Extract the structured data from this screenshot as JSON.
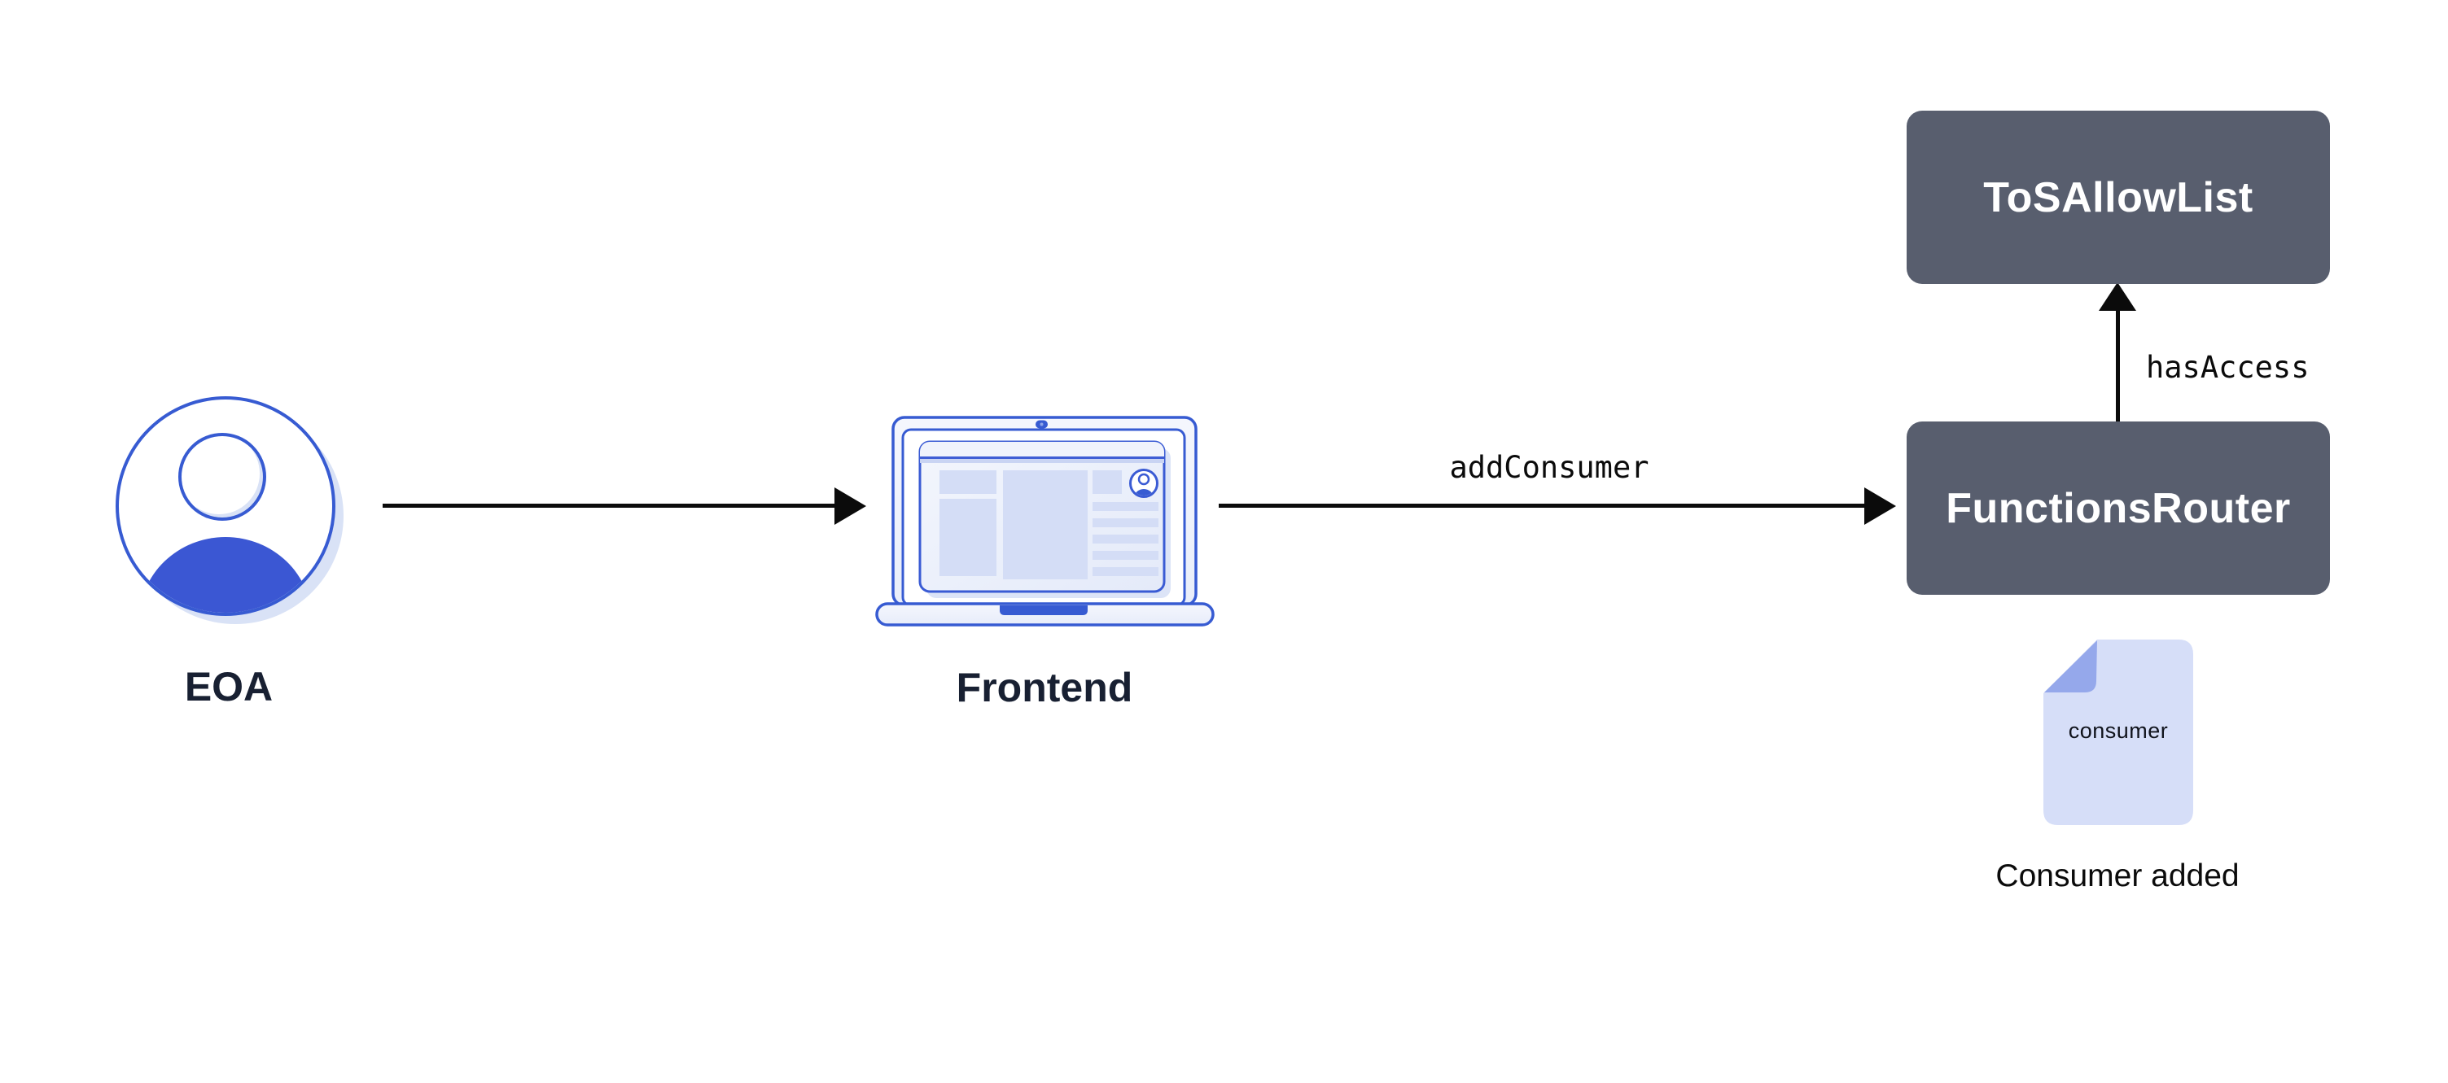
{
  "diagram": {
    "nodes": {
      "eoa": {
        "icon": "user-avatar-icon",
        "label": "EOA"
      },
      "frontend": {
        "icon": "laptop-icon",
        "label": "Frontend"
      },
      "functions_router": {
        "label": "FunctionsRouter"
      },
      "tos_allow_list": {
        "label": "ToSAllowList"
      },
      "consumer_file": {
        "icon": "document-icon",
        "file_text": "consumer",
        "caption": "Consumer added"
      }
    },
    "edges": [
      {
        "from": "eoa",
        "to": "frontend",
        "label": ""
      },
      {
        "from": "frontend",
        "to": "functions_router",
        "label": "addConsumer"
      },
      {
        "from": "functions_router",
        "to": "tos_allow_list",
        "label": "hasAccess"
      }
    ],
    "colors": {
      "accent_blue": "#375BD2",
      "box_slate": "#585E6E",
      "box_text": "#FFFFFF",
      "light_periwinkle": "#D6DEF8",
      "fold_blue": "#95A8EB",
      "shadow_blue": "#D9E2F6",
      "caption_navy": "#182032",
      "arrow_black": "#0B0B0B",
      "background": "#FFFFFF"
    }
  }
}
